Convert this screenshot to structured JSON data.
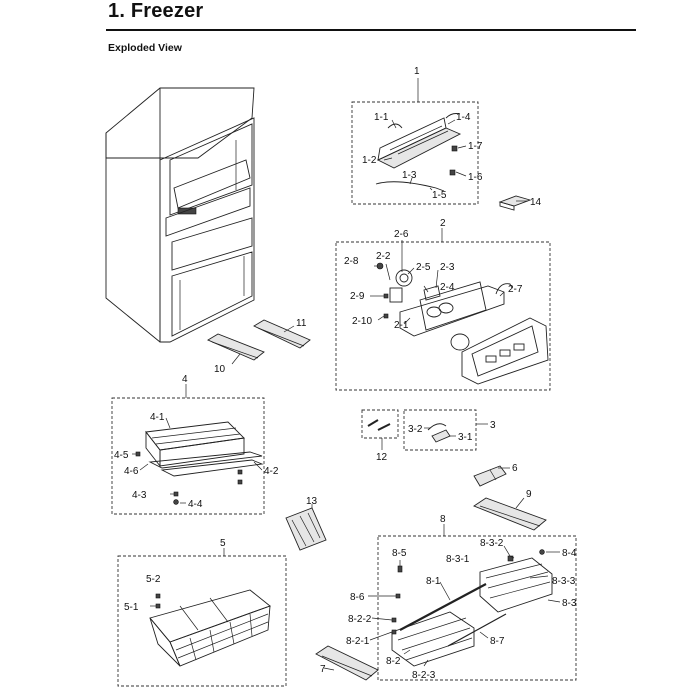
{
  "page": {
    "heading": "1.  Freezer",
    "subheading": "Exploded View"
  },
  "callouts": [
    {
      "id": "c1",
      "text": "1"
    },
    {
      "id": "c1_1",
      "text": "1-1"
    },
    {
      "id": "c1_4",
      "text": "1-4"
    },
    {
      "id": "c1_2",
      "text": "1-2"
    },
    {
      "id": "c1_7",
      "text": "1-7"
    },
    {
      "id": "c1_3",
      "text": "1-3"
    },
    {
      "id": "c1_6",
      "text": "1-6"
    },
    {
      "id": "c1_5",
      "text": "1-5"
    },
    {
      "id": "c14",
      "text": "14"
    },
    {
      "id": "c2",
      "text": "2"
    },
    {
      "id": "c2_6",
      "text": "2-6"
    },
    {
      "id": "c2_8",
      "text": "2-8"
    },
    {
      "id": "c2_2",
      "text": "2-2"
    },
    {
      "id": "c2_5",
      "text": "2-5"
    },
    {
      "id": "c2_3",
      "text": "2-3"
    },
    {
      "id": "c2_4",
      "text": "2-4"
    },
    {
      "id": "c2_7",
      "text": "2-7"
    },
    {
      "id": "c2_9",
      "text": "2-9"
    },
    {
      "id": "c2_10",
      "text": "2-10"
    },
    {
      "id": "c2_1",
      "text": "2-1"
    },
    {
      "id": "c11",
      "text": "11"
    },
    {
      "id": "c10",
      "text": "10"
    },
    {
      "id": "c4",
      "text": "4"
    },
    {
      "id": "c4_1",
      "text": "4-1"
    },
    {
      "id": "c4_5",
      "text": "4-5"
    },
    {
      "id": "c4_6",
      "text": "4-6"
    },
    {
      "id": "c4_2",
      "text": "4-2"
    },
    {
      "id": "c4_3",
      "text": "4-3"
    },
    {
      "id": "c4_4",
      "text": "4-4"
    },
    {
      "id": "c3",
      "text": "3"
    },
    {
      "id": "c3_2",
      "text": "3-2"
    },
    {
      "id": "c3_1",
      "text": "3-1"
    },
    {
      "id": "c12",
      "text": "12"
    },
    {
      "id": "c6",
      "text": "6"
    },
    {
      "id": "c9",
      "text": "9"
    },
    {
      "id": "c13",
      "text": "13"
    },
    {
      "id": "c8",
      "text": "8"
    },
    {
      "id": "c5",
      "text": "5"
    },
    {
      "id": "c8_3_2",
      "text": "8-3-2"
    },
    {
      "id": "c8_5",
      "text": "8-5"
    },
    {
      "id": "c8_4",
      "text": "8-4"
    },
    {
      "id": "c8_3_1",
      "text": "8-3-1"
    },
    {
      "id": "c8_3_3",
      "text": "8-3-3"
    },
    {
      "id": "c5_2",
      "text": "5-2"
    },
    {
      "id": "c5_1",
      "text": "5-1"
    },
    {
      "id": "c8_6",
      "text": "8-6"
    },
    {
      "id": "c8_1",
      "text": "8-1"
    },
    {
      "id": "c8_3",
      "text": "8-3"
    },
    {
      "id": "c8_2_2",
      "text": "8-2-2"
    },
    {
      "id": "c8_2_1",
      "text": "8-2-1"
    },
    {
      "id": "c8_7",
      "text": "8-7"
    },
    {
      "id": "c8_2",
      "text": "8-2"
    },
    {
      "id": "c7",
      "text": "7"
    },
    {
      "id": "c8_2_3",
      "text": "8-2-3"
    }
  ]
}
